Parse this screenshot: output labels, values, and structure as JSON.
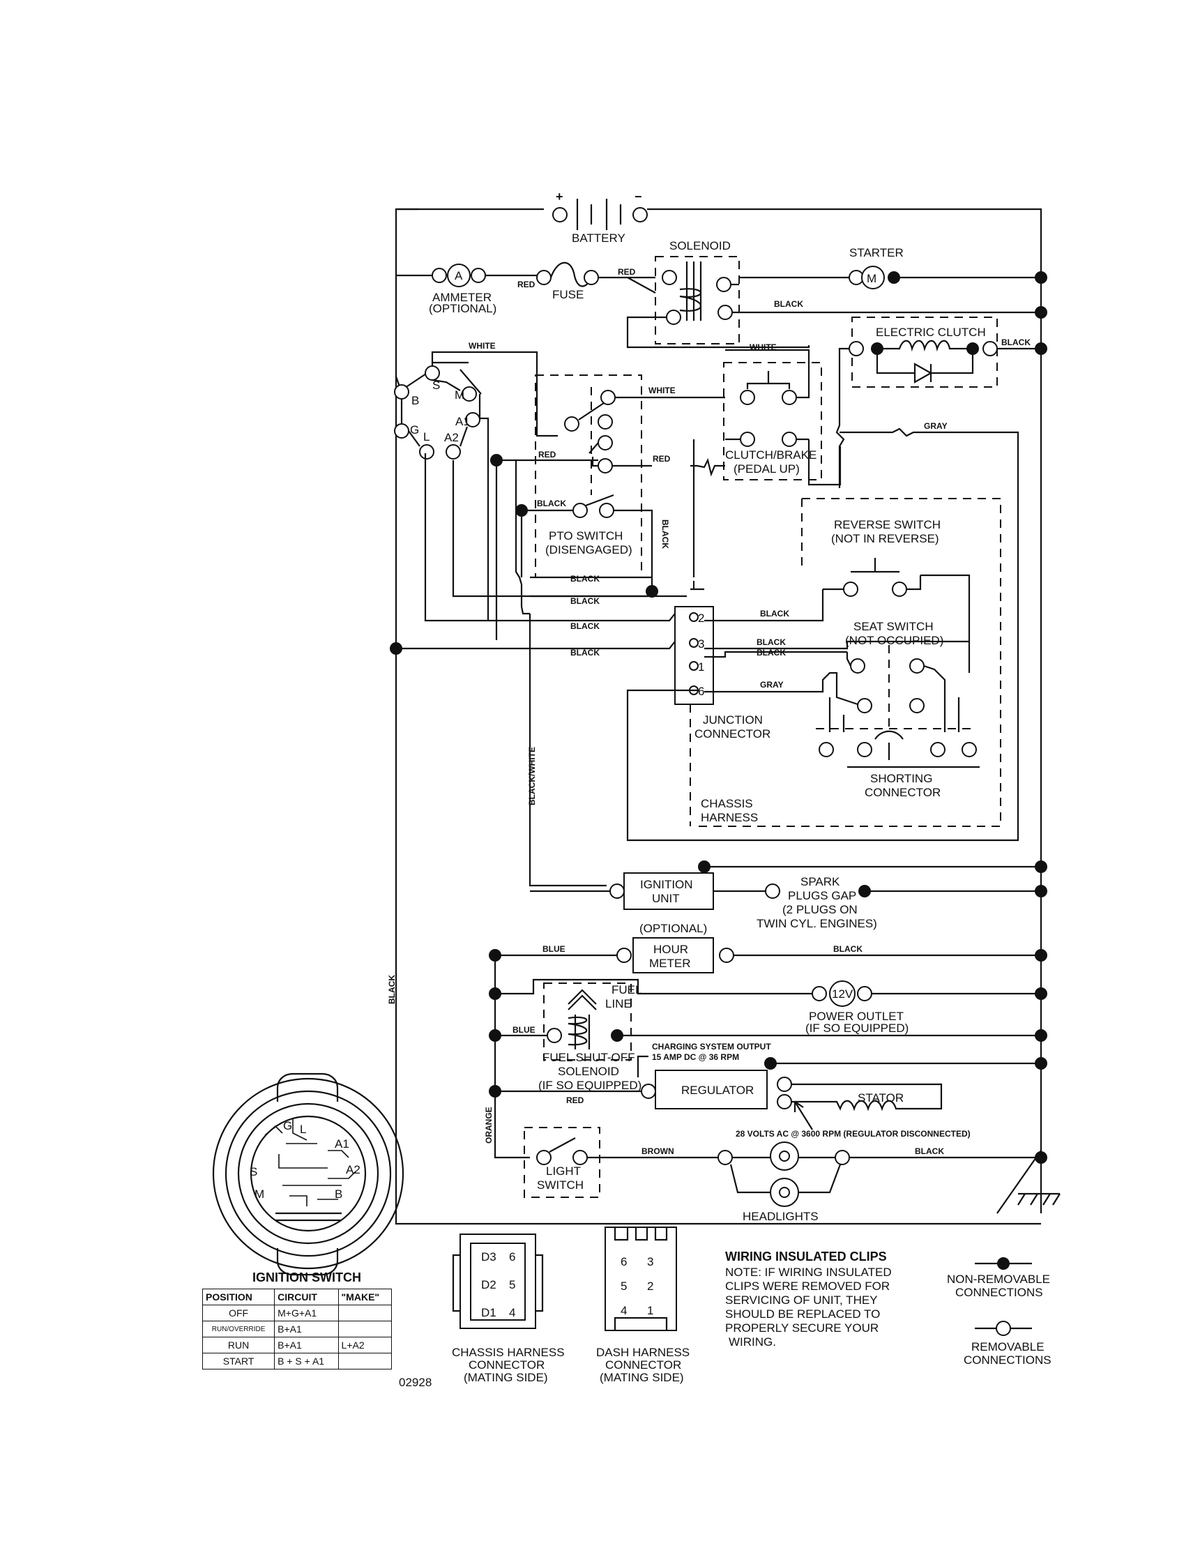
{
  "components": {
    "battery": "BATTERY",
    "battery_pos": "+",
    "battery_neg": "−",
    "solenoid": "SOLENOID",
    "starter": "STARTER",
    "starter_symbol": "M",
    "ammeter_symbol": "A",
    "ammeter": "AMMETER",
    "ammeter_opt": "(OPTIONAL)",
    "fuse": "FUSE",
    "electric_clutch": "ELECTRIC CLUTCH",
    "pto_switch": "PTO SWITCH",
    "pto_state": "(DISENGAGED)",
    "clutch_brake": "CLUTCH/BRAKE",
    "clutch_brake_state": "(PEDAL UP)",
    "reverse_switch": "REVERSE SWITCH",
    "reverse_state": "(NOT IN REVERSE)",
    "seat_switch": "SEAT SWITCH",
    "seat_state": "(NOT OCCUPIED)",
    "junction_1": "JUNCTION",
    "junction_2": "CONNECTOR",
    "shorting_1": "SHORTING",
    "shorting_2": "CONNECTOR",
    "chassis_1": "CHASSIS",
    "chassis_2": "HARNESS",
    "ignition_unit_1": "IGNITION",
    "ignition_unit_2": "UNIT",
    "spark_1": "SPARK",
    "spark_2": "PLUGS GAP",
    "spark_3": "(2 PLUGS ON",
    "spark_4": "TWIN CYL. ENGINES)",
    "hour_meter_opt": "(OPTIONAL)",
    "hour_meter_1": "HOUR",
    "hour_meter_2": "METER",
    "fuel_line_1": "FUEL",
    "fuel_line_2": "LINE",
    "power_outlet_symbol": "12V",
    "power_outlet_1": "POWER OUTLET",
    "power_outlet_2": "(IF SO EQUIPPED)",
    "fuel_solenoid_1": "FUEL SHUT-OFF",
    "fuel_solenoid_2": "SOLENOID",
    "fuel_solenoid_3": "(IF SO EQUIPPED)",
    "charging_1": "CHARGING SYSTEM OUTPUT",
    "charging_2": "15 AMP DC @ 36 RPM",
    "regulator": "REGULATOR",
    "stator": "STATOR",
    "stator_ac": "28 VOLTS AC @ 3600 RPM (REGULATOR DISCONNECTED)",
    "light_switch_1": "LIGHT",
    "light_switch_2": "SWITCH",
    "headlights": "HEADLIGHTS",
    "junction_pins": [
      "2",
      "3",
      "1",
      "6"
    ]
  },
  "ignition_terminals": {
    "b": "B",
    "s": "S",
    "m": "M",
    "a1": "A1",
    "a2": "A2",
    "l": "L",
    "g": "G"
  },
  "wires": {
    "red": "RED",
    "black": "BLACK",
    "white": "WHITE",
    "gray": "GRAY",
    "blue": "BLUE",
    "brown": "BROWN",
    "orange": "ORANGE",
    "black_white": "BLACK/WHITE"
  },
  "ignition_switch": {
    "title": "IGNITION SWITCH",
    "terminal_labels": [
      "G",
      "L",
      "A1",
      "A2",
      "S",
      "M",
      "B"
    ],
    "table": {
      "headers": [
        "POSITION",
        "CIRCUIT",
        "\"MAKE\""
      ],
      "rows": [
        {
          "position": "OFF",
          "circuit": "M+G+A1",
          "make": ""
        },
        {
          "position": "RUN/OVERRIDE",
          "circuit": "B+A1",
          "make": ""
        },
        {
          "position": "RUN",
          "circuit": "B+A1",
          "make": "L+A2"
        },
        {
          "position": "START",
          "circuit": "B + S + A1",
          "make": ""
        }
      ]
    }
  },
  "part_code": "02928",
  "connectors": {
    "chassis_1": "CHASSIS HARNESS",
    "chassis_2": "CONNECTOR",
    "chassis_3": "(MATING SIDE)",
    "chassis_pins": [
      "D3",
      "6",
      "D2",
      "5",
      "D1",
      "4"
    ],
    "dash_1": "DASH HARNESS",
    "dash_2": "CONNECTOR",
    "dash_3": "(MATING SIDE)",
    "dash_pins": [
      "6",
      "3",
      "5",
      "2",
      "4",
      "1"
    ]
  },
  "notes": {
    "title": "WIRING INSULATED CLIPS",
    "line1": "NOTE: IF WIRING INSULATED",
    "line2": "CLIPS WERE REMOVED FOR",
    "line3": "SERVICING OF UNIT, THEY",
    "line4": "SHOULD BE REPLACED TO",
    "line5": "PROPERLY SECURE YOUR",
    "line6": "WIRING."
  },
  "legend": {
    "nonremovable_1": "NON-REMOVABLE",
    "nonremovable_2": "CONNECTIONS",
    "removable_1": "REMOVABLE",
    "removable_2": "CONNECTIONS"
  }
}
